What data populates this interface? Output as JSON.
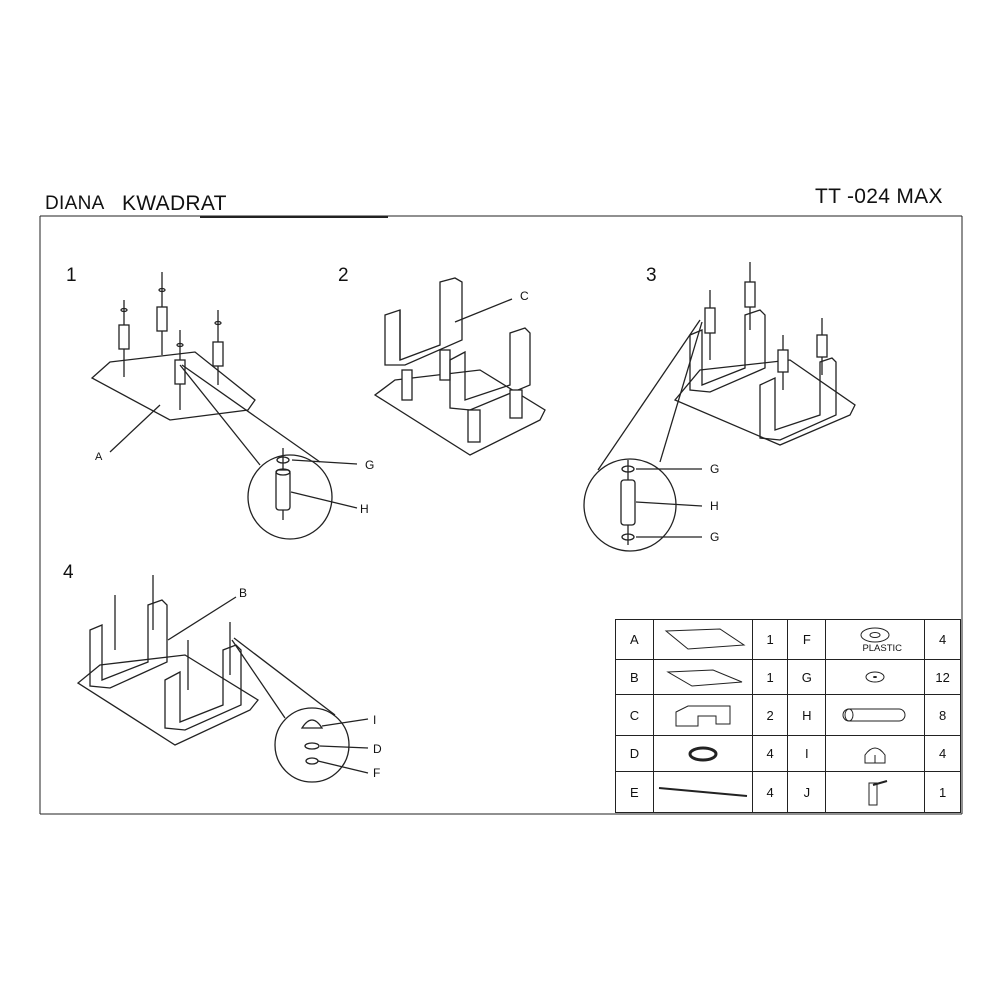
{
  "header": {
    "brand": "DIANA",
    "model": "KWADRAT",
    "code": "TT -024 MAX"
  },
  "steps": [
    {
      "number": "1",
      "callouts": [
        "A",
        "G",
        "H"
      ]
    },
    {
      "number": "2",
      "callouts": [
        "C"
      ]
    },
    {
      "number": "3",
      "callouts": [
        "G",
        "H",
        "G"
      ]
    },
    {
      "number": "4",
      "callouts": [
        "B",
        "I",
        "D",
        "F"
      ]
    }
  ],
  "parts": [
    {
      "left": {
        "letter": "A",
        "icon": "glass-top-icon",
        "qty": "1"
      },
      "right": {
        "letter": "F",
        "icon": "plastic-washer-icon",
        "qty": "4",
        "note": "PLASTIC"
      }
    },
    {
      "left": {
        "letter": "B",
        "icon": "glass-shelf-icon",
        "qty": "1"
      },
      "right": {
        "letter": "G",
        "icon": "washer-icon",
        "qty": "12"
      }
    },
    {
      "left": {
        "letter": "C",
        "icon": "frame-icon",
        "qty": "2"
      },
      "right": {
        "letter": "H",
        "icon": "tube-icon",
        "qty": "8"
      }
    },
    {
      "left": {
        "letter": "D",
        "icon": "ring-washer-icon",
        "qty": "4"
      },
      "right": {
        "letter": "I",
        "icon": "cap-nut-icon",
        "qty": "4"
      }
    },
    {
      "left": {
        "letter": "E",
        "icon": "rod-icon",
        "qty": "4"
      },
      "right": {
        "letter": "J",
        "icon": "allen-key-icon",
        "qty": "1"
      }
    }
  ]
}
